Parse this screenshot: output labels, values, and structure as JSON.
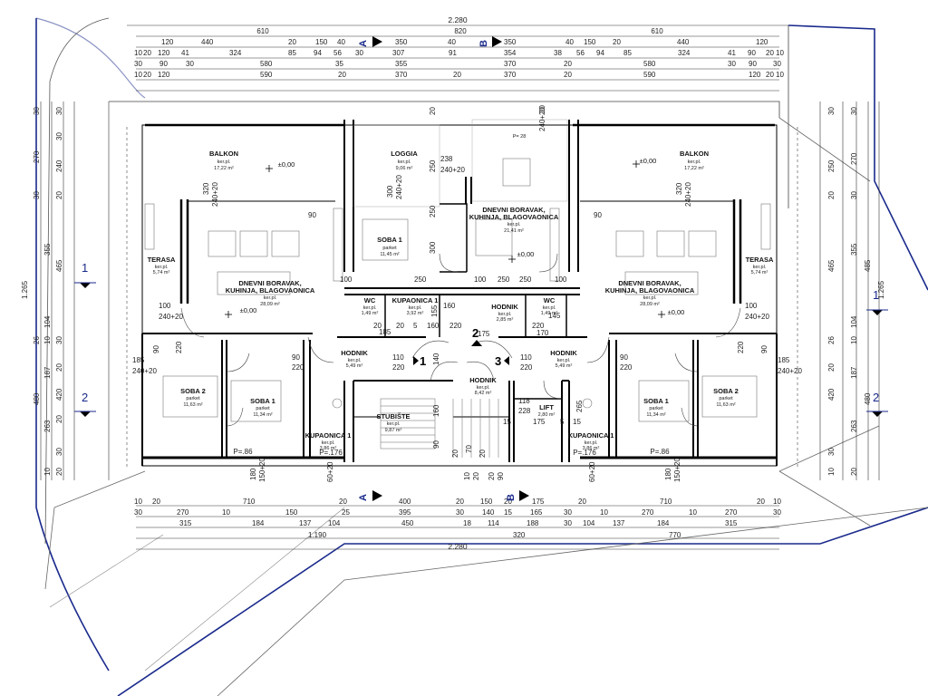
{
  "dimensions_top": {
    "total": "2.280",
    "row1": [
      "610",
      "820",
      "610"
    ],
    "row2": [
      "120",
      "440",
      "20",
      "150",
      "40",
      "350",
      "40",
      "350",
      "40",
      "150",
      "20",
      "440",
      "120"
    ],
    "row3": [
      "10",
      "20",
      "120",
      "41",
      "324",
      "85",
      "94",
      "56",
      "30",
      "307",
      "91",
      "354",
      "38",
      "56",
      "94",
      "85",
      "324",
      "41",
      "90",
      "20",
      "10"
    ],
    "row4": [
      "30",
      "90",
      "30",
      "580",
      "35",
      "355",
      "370",
      "20",
      "580",
      "30",
      "90",
      "30"
    ],
    "row5": [
      "10",
      "20",
      "120",
      "590",
      "20",
      "370",
      "20",
      "370",
      "20",
      "590",
      "120",
      "20",
      "10"
    ]
  },
  "dimensions_bottom": {
    "row1": [
      "10",
      "20",
      "710",
      "20",
      "400",
      "20",
      "150",
      "20",
      "175",
      "20",
      "710",
      "20",
      "10"
    ],
    "row2": [
      "30",
      "270",
      "10",
      "150",
      "25",
      "395",
      "30",
      "140",
      "15",
      "165",
      "30",
      "10",
      "270",
      "10",
      "270",
      "30"
    ],
    "row3": [
      "315",
      "184",
      "137",
      "104",
      "450",
      "18",
      "114",
      "188",
      "30",
      "104",
      "137",
      "184",
      "315"
    ],
    "row4": [
      "1.190",
      "320",
      "770"
    ],
    "total": "2.280"
  },
  "dimensions_left": [
    "30",
    "30",
    "270",
    "30",
    "240",
    "30",
    "20",
    "355",
    "465",
    "1.265",
    "104",
    "26",
    "10",
    "30",
    "187",
    "20",
    "420",
    "480",
    "263",
    "20",
    "30",
    "10",
    "20"
  ],
  "dimensions_right": [
    "30",
    "30",
    "270",
    "250",
    "20",
    "30",
    "355",
    "465",
    "485",
    "1.265",
    "104",
    "26",
    "10",
    "187",
    "20",
    "420",
    "480",
    "263",
    "30",
    "10",
    "20"
  ],
  "section_markers": {
    "a_top": "A",
    "b_top": "B",
    "a_bottom": "A",
    "b_bottom": "B",
    "axis_1_left": "1",
    "axis_2_left": "2",
    "axis_1_right": "1",
    "axis_2_right": "2"
  },
  "stair_markers": [
    "1",
    "2",
    "3"
  ],
  "rooms": {
    "balkon_left": {
      "name": "BALKON",
      "sub": "ker.pl.",
      "area": "17,22 m²",
      "level": "±0,00"
    },
    "balkon_right": {
      "name": "BALKON",
      "sub": "ker.pl.",
      "area": "17,22 m²",
      "level": "±0,00"
    },
    "loggia": {
      "name": "LOGGIA",
      "sub": "ker.pl.",
      "area": "9,06 m²"
    },
    "dnevni_center": {
      "name1": "DNEVNI BORAVAK,",
      "name2": "KUHINJA, BLAGOVAONICA",
      "sub": "ker.pl.",
      "area": "21,41 m²",
      "level": "±0,00",
      "p": "P= 28"
    },
    "dnevni_left": {
      "name1": "DNEVNI BORAVAK,",
      "name2": "KUHINJA, BLAGOVAONICA",
      "sub": "ker.pl.",
      "area": "28,09 m²",
      "level": "±0,00"
    },
    "dnevni_right": {
      "name1": "DNEVNI BORAVAK,",
      "name2": "KUHINJA, BLAGOVAONICA",
      "sub": "ker.pl.",
      "area": "28,09 m²",
      "level": "±0,00"
    },
    "terasa_left": {
      "name": "TERASA",
      "sub": "ker.pl.",
      "area": "5,74 m²"
    },
    "terasa_right": {
      "name": "TERASA",
      "sub": "ker.pl.",
      "area": "5,74 m²"
    },
    "soba1_center": {
      "name": "SOBA 1",
      "sub": "parket",
      "area": "11,45 m²"
    },
    "wc_left": {
      "name": "WC",
      "sub": "ker.pl.",
      "area": "1,49 m²"
    },
    "wc_right": {
      "name": "WC",
      "sub": "ker.pl.",
      "area": "1,49 m²"
    },
    "kupaonica_center": {
      "name": "KUPAONICA 1",
      "sub": "ker.pl.",
      "area": "3,92 m²"
    },
    "hodnik_center_top": {
      "name": "HODNIK",
      "sub": "ker.pl.",
      "area": "2,85 m²"
    },
    "hodnik_left": {
      "name": "HODNIK",
      "sub": "ker.pl.",
      "area": "5,49 m²"
    },
    "hodnik_right": {
      "name": "HODNIK",
      "sub": "ker.pl.",
      "area": "5,49 m²"
    },
    "hodnik_main": {
      "name": "HODNIK",
      "sub": "ker.pl.",
      "area": "8,42 m²"
    },
    "soba2_left": {
      "name": "SOBA 2",
      "sub": "parket",
      "area": "11,63 m²"
    },
    "soba2_right": {
      "name": "SOBA 2",
      "sub": "parket",
      "area": "11,63 m²"
    },
    "soba1_left": {
      "name": "SOBA 1",
      "sub": "parket",
      "area": "11,34 m²",
      "p": "P=.86"
    },
    "soba1_right": {
      "name": "SOBA 1",
      "sub": "parket",
      "area": "11,34 m²",
      "p": "P=.86"
    },
    "kupaonica_left": {
      "name": "KUPAONICA 1",
      "sub": "ker.pl.",
      "area": "3,86 m²",
      "p": "P=.176"
    },
    "kupaonica_right": {
      "name": "KUPAONICA 1",
      "sub": "ker.pl.",
      "area": "3,86 m²",
      "p": "P=.176"
    },
    "stubiste": {
      "name": "STUBIŠTE",
      "sub": "ker.pl.",
      "area": "9,87 m²"
    },
    "lift": {
      "name": "LIFT",
      "area": "2,80 m²"
    }
  },
  "inner_dims": {
    "d320_l": "320",
    "d240_l": "240+20",
    "d90_l": "90",
    "d100_l": "100",
    "d100b_l": "100",
    "d240b_l": "240+20",
    "d320_r": "320",
    "d240_r": "240+20",
    "d90_r": "90",
    "d100_r": "100",
    "d100b_r": "100",
    "d240b_r": "240+20",
    "d238": "238",
    "d240c": "240+20",
    "d300": "300",
    "d250": "250",
    "d300b": "300",
    "d250b": "250",
    "d250c": "250",
    "d20c": "20",
    "d240v": "240+20",
    "d20v": "20",
    "d250l": "250",
    "d250r": "250",
    "d100c1": "100",
    "d100c2": "100",
    "d160": "160",
    "d155": "155",
    "d175": "175",
    "d145": "145",
    "d170": "170",
    "d185": "185",
    "d140": "140",
    "d20a": "20",
    "d5": "5",
    "d160b": "160",
    "d220a": "220",
    "d220b": "220",
    "d20b": "20",
    "d110l": "110",
    "d220l": "220",
    "d110r": "110",
    "d220r": "220",
    "d90a": "90",
    "d220c": "220",
    "d90b": "90",
    "d220d": "220",
    "d185l": "185",
    "d240l2": "240+20",
    "d185r": "185",
    "d240r2": "240+20",
    "d90c": "90",
    "d220e": "220",
    "d90d": "90",
    "d220f": "220",
    "d118": "118",
    "d228": "228",
    "d175b": "175",
    "d15a": "15",
    "d15b": "15",
    "d5b": "5",
    "d160c": "160",
    "d90e": "90",
    "d265": "265",
    "d70": "70",
    "d20x": "20",
    "d20y": "20",
    "d180l": "180",
    "d150l": "150+20",
    "d60l": "60+20",
    "d180r": "180",
    "d150r": "150+20",
    "d60r": "60+20",
    "d10l": "10",
    "d20l": "20",
    "d90f": "90",
    "d20r": "20"
  }
}
